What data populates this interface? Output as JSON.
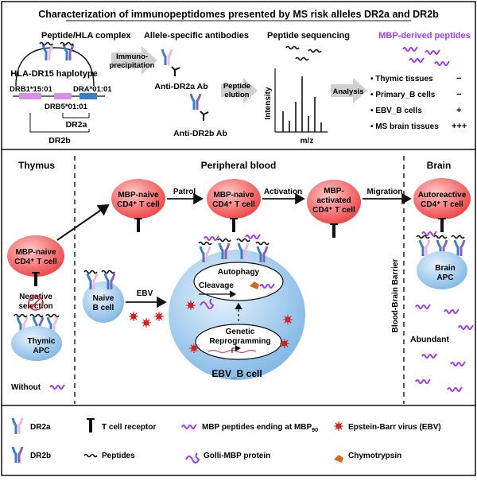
{
  "title": "Characterization of immunopeptidomes presented by MS risk alleles DR2a and DR2b",
  "top": {
    "peptide_hla_label": "Peptide/HLA complex",
    "haplotype_label": "HLA-DR15  haplotype",
    "drb1_label": "DRB1*15:01",
    "dra_label": "DRA*01:01",
    "drb5_label": "DRB5*01:01",
    "dr2a_bracket": "DR2a",
    "dr2b_bracket": "DR2b",
    "immuno_label_1": "Immuno-",
    "immuno_label_2": "precipitation",
    "antibodies_label": "Allele-specific antibodies",
    "anti_dr2a": "Anti-DR2a Ab",
    "anti_dr2b": "Anti-DR2b Ab",
    "elution_1": "Peptide",
    "elution_2": "elution",
    "sequencing_label": "Peptide sequencing",
    "intensity_label": "Intensity",
    "mz_label": "m/z",
    "analysis_label": "Analysis",
    "mbp_header": "MBP-derived peptides",
    "results": [
      {
        "name": "Thymic tissues",
        "value": "−"
      },
      {
        "name": "Primary_B cells",
        "value": "−"
      },
      {
        "name": "EBV_B cells",
        "value": "+"
      },
      {
        "name": "MS brain tissues",
        "value": "+++"
      }
    ]
  },
  "middle": {
    "thymus_title": "Thymus",
    "peripheral_title": "Peripheral blood",
    "brain_title": "Brain",
    "cell_thymus_1": "MBP-naive",
    "cell_thymus_2": "CD4⁺ T cell",
    "negative_1": "Negative",
    "negative_2": "selection",
    "thymic_apc_1": "Thymic",
    "thymic_apc_2": "APC",
    "without_label": "Without",
    "cell_pb1_1": "MBP-naive",
    "cell_pb1_2": "CD4⁺ T cell",
    "patrol_label": "Patrol",
    "cell_pb2_1": "MBP-naive",
    "cell_pb2_2": "CD4⁺ T cell",
    "activation_label": "Activation",
    "cell_pb3_1": "MBP-",
    "cell_pb3_2": "activated",
    "cell_pb3_3": "CD4⁺ T cell",
    "migration_label": "Migration",
    "cell_brain_1": "Autoreactive",
    "cell_brain_2": "CD4⁺ T cell",
    "naive_b_1": "Naive",
    "naive_b_2": "B cell",
    "ebv_label": "EBV",
    "autophagy_label": "Autophagy",
    "cleavage_label": "Cleavage",
    "genetic_1": "Genetic",
    "genetic_2": "Reprogramming",
    "ebv_b_cell_label": "EBV_B cell",
    "bbb_label": "Blood-Brain Barrier",
    "brain_apc_1": "Brain",
    "brain_apc_2": "APC",
    "abundant_label": "Abundant"
  },
  "legend": {
    "dr2a": "DR2a",
    "dr2b": "DR2b",
    "tcr": "T cell receptor",
    "peptides": "Peptides",
    "mbp_peptides": "MBP peptides ending at MBP",
    "mbp_sub": "90",
    "golli": "Golli-MBP protein",
    "ebv": "Epstein-Barr virus (EBV)",
    "chymo": "Chymotrypsin"
  },
  "colors": {
    "dr2a_blue": "#3a7fc1",
    "dr2a_pink": "#f4b6d8",
    "dr2b_purple": "#8a5fb8",
    "mbp_purple": "#a040e8",
    "tcell_red": "#f05a5a",
    "apc_blue": "#9cc8ec",
    "virus_red": "#d62020",
    "enzyme_orange": "#d2691e",
    "gene_bar": "#d98ee8"
  }
}
